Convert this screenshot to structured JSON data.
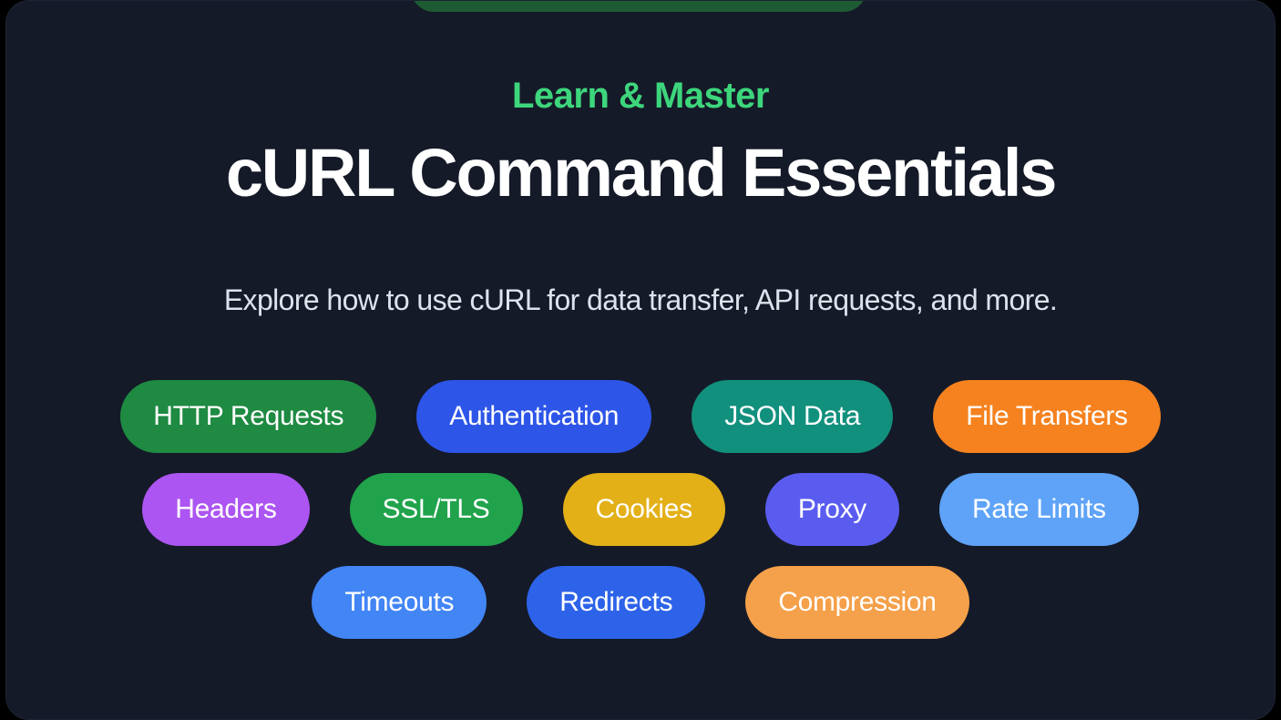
{
  "theme": {
    "page_background": "#000000",
    "card_background": "#151A28",
    "accent_green": "#3DD67C",
    "headline_color": "#FFFFFF",
    "subhead_color": "#DDE2EC",
    "top_peek_color": "#1E5B33"
  },
  "hero": {
    "eyebrow": "Learn & Master",
    "headline": "cURL Command Essentials",
    "subhead": "Explore how to use cURL for data transfer, API requests, and more."
  },
  "tag_rows": [
    {
      "tags": [
        {
          "label": "HTTP Requests",
          "color": "#1E8A42"
        },
        {
          "label": "Authentication",
          "color": "#2D55E8"
        },
        {
          "label": "JSON Data",
          "color": "#12907E"
        },
        {
          "label": "File Transfers",
          "color": "#F5821F"
        }
      ]
    },
    {
      "tags": [
        {
          "label": "Headers",
          "color": "#AC55F2"
        },
        {
          "label": "SSL/TLS",
          "color": "#20A34B"
        },
        {
          "label": "Cookies",
          "color": "#E3B018"
        },
        {
          "label": "Proxy",
          "color": "#5A5CF0"
        },
        {
          "label": "Rate Limits",
          "color": "#5EA3F7"
        }
      ]
    },
    {
      "tags": [
        {
          "label": "Timeouts",
          "color": "#4285F4"
        },
        {
          "label": "Redirects",
          "color": "#2D63E8"
        },
        {
          "label": "Compression",
          "color": "#F5A04A"
        }
      ]
    }
  ]
}
